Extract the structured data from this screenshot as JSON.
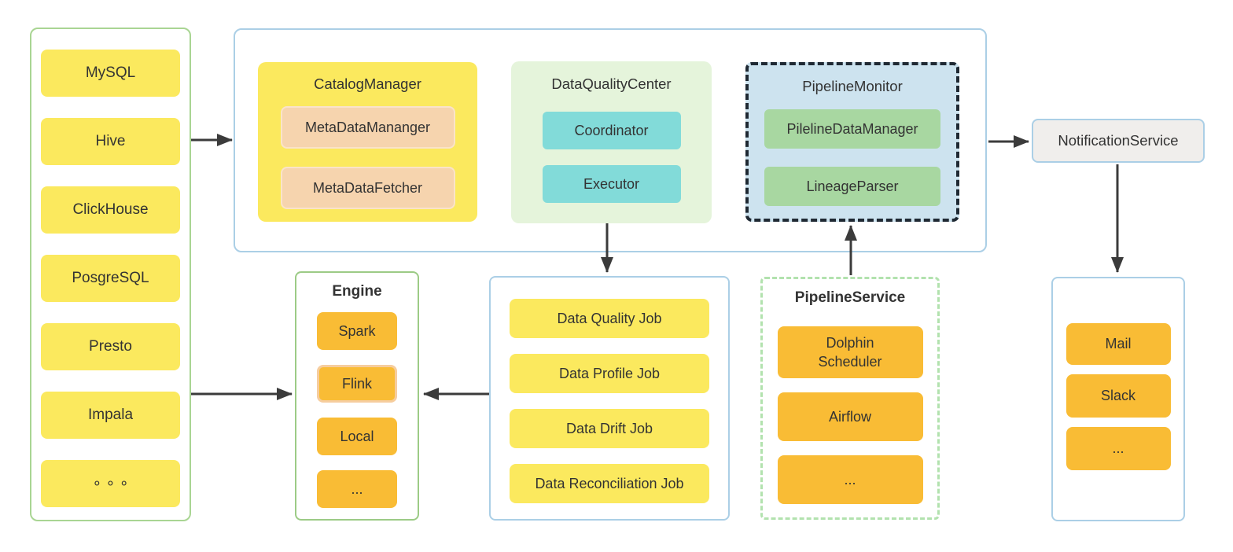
{
  "sources": {
    "items": [
      "MySQL",
      "Hive",
      "ClickHouse",
      "PosgreSQL",
      "Presto",
      "Impala",
      "∘  ∘  ∘"
    ]
  },
  "platform": {
    "catalog_manager": {
      "title": "CatalogManager",
      "items": [
        "MetaDataMananger",
        "MetaDataFetcher"
      ]
    },
    "data_quality_center": {
      "title": "DataQualityCenter",
      "items": [
        "Coordinator",
        "Executor"
      ]
    },
    "pipeline_monitor": {
      "title": "PipelineMonitor",
      "items": [
        "PilelineDataManager",
        "LineageParser"
      ]
    }
  },
  "notification_service": {
    "title": "NotificationService"
  },
  "engine": {
    "title": "Engine",
    "items": [
      "Spark",
      "Flink",
      "Local",
      "..."
    ],
    "highlighted_item": "Flink"
  },
  "jobs": {
    "items": [
      "Data Quality Job",
      "Data Profile Job",
      "Data Drift Job",
      "Data Reconciliation Job"
    ]
  },
  "pipeline_service": {
    "title": "PipelineService",
    "items": [
      "Dolphin\nScheduler",
      "Airflow",
      "..."
    ]
  },
  "channels": {
    "items": [
      "Mail",
      "Slack",
      "..."
    ]
  },
  "edges": [
    {
      "from": "data-sources",
      "to": "platform"
    },
    {
      "from": "data-sources",
      "to": "engine"
    },
    {
      "from": "jobs-panel",
      "to": "engine"
    },
    {
      "from": "data-quality-center",
      "to": "jobs-panel"
    },
    {
      "from": "pipeline-service",
      "to": "pipeline-monitor"
    },
    {
      "from": "platform",
      "to": "notification-service"
    },
    {
      "from": "notification-service",
      "to": "channels-panel"
    }
  ],
  "colors": {
    "yellow": "#FBE95E",
    "orange": "#F9BC35",
    "peach": "#F6D4AE",
    "peach_border": "#FAE3C9",
    "teal": "#82DBD9",
    "green_chip": "#A8D7A1",
    "data_quality_center_bg": "#E5F4DB",
    "pipeline_monitor_bg": "#CDE3EF",
    "pipeline_monitor_border": "#1F2933",
    "notification_bg": "#F0EEEC",
    "border_blue": "#ABCFE6",
    "border_green": "#A9D593",
    "engine_border": "#9CCB86",
    "pipeline_service_border": "#B2E2AE",
    "flink_highlight_border": "#F6CD9E",
    "arrow": "#3B3B3B",
    "text": "#333333"
  }
}
